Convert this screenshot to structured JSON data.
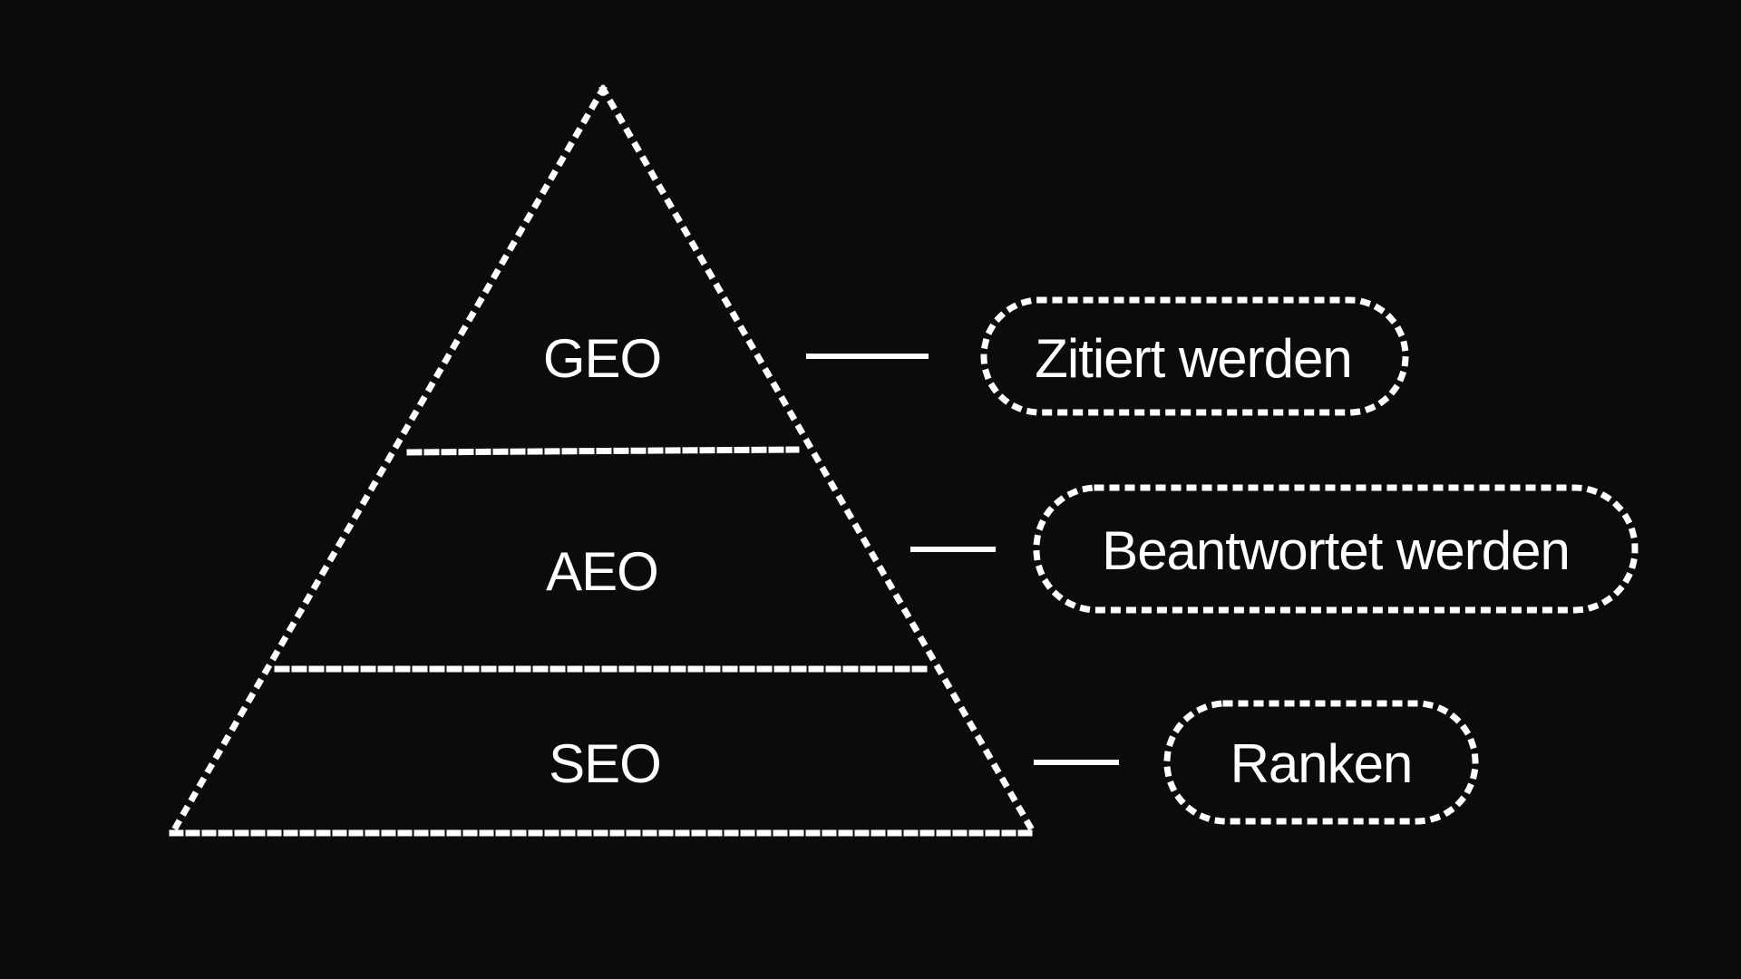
{
  "background_color": "#0b0b0b",
  "foreground_color": "#ffffff",
  "pyramid": {
    "tiers": [
      {
        "label": "GEO"
      },
      {
        "label": "AEO"
      },
      {
        "label": "SEO"
      }
    ]
  },
  "outcomes": [
    {
      "label": "Zitiert werden"
    },
    {
      "label": "Beantwortet werden"
    },
    {
      "label": "Ranken"
    }
  ]
}
